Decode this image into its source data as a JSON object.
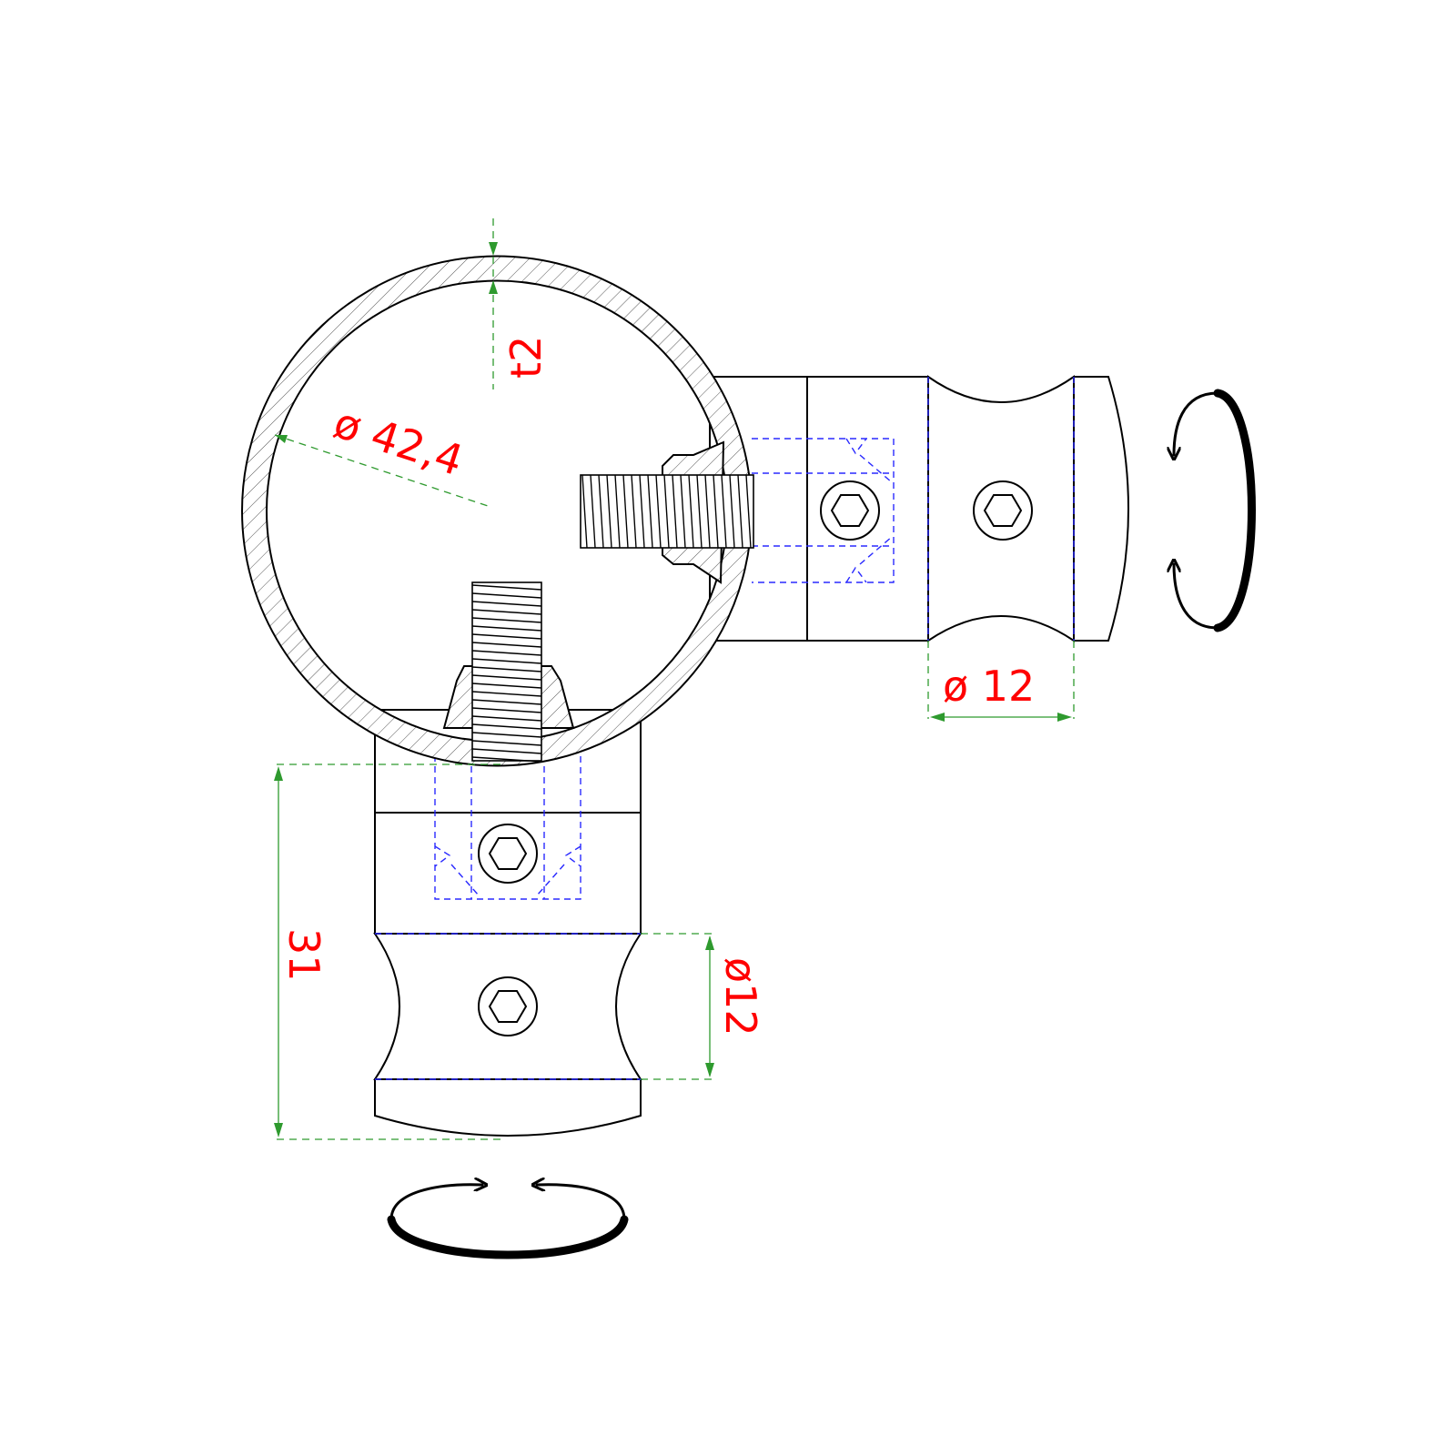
{
  "dimensions": {
    "tube_diameter": "ø 42,4",
    "wall_thickness": "t2",
    "pin_diameter_horizontal": "ø 12",
    "pin_diameter_vertical": "ø12",
    "arm_length": "31"
  },
  "colors": {
    "dimension_text": "#ff0000",
    "dimension_line": "#2e9a2e",
    "hidden_line": "#2a2aff",
    "outline": "#000000"
  },
  "icons": {
    "socket_screw": "hex-socket-screw-icon",
    "rotation": "rotation-arrow-icon"
  }
}
